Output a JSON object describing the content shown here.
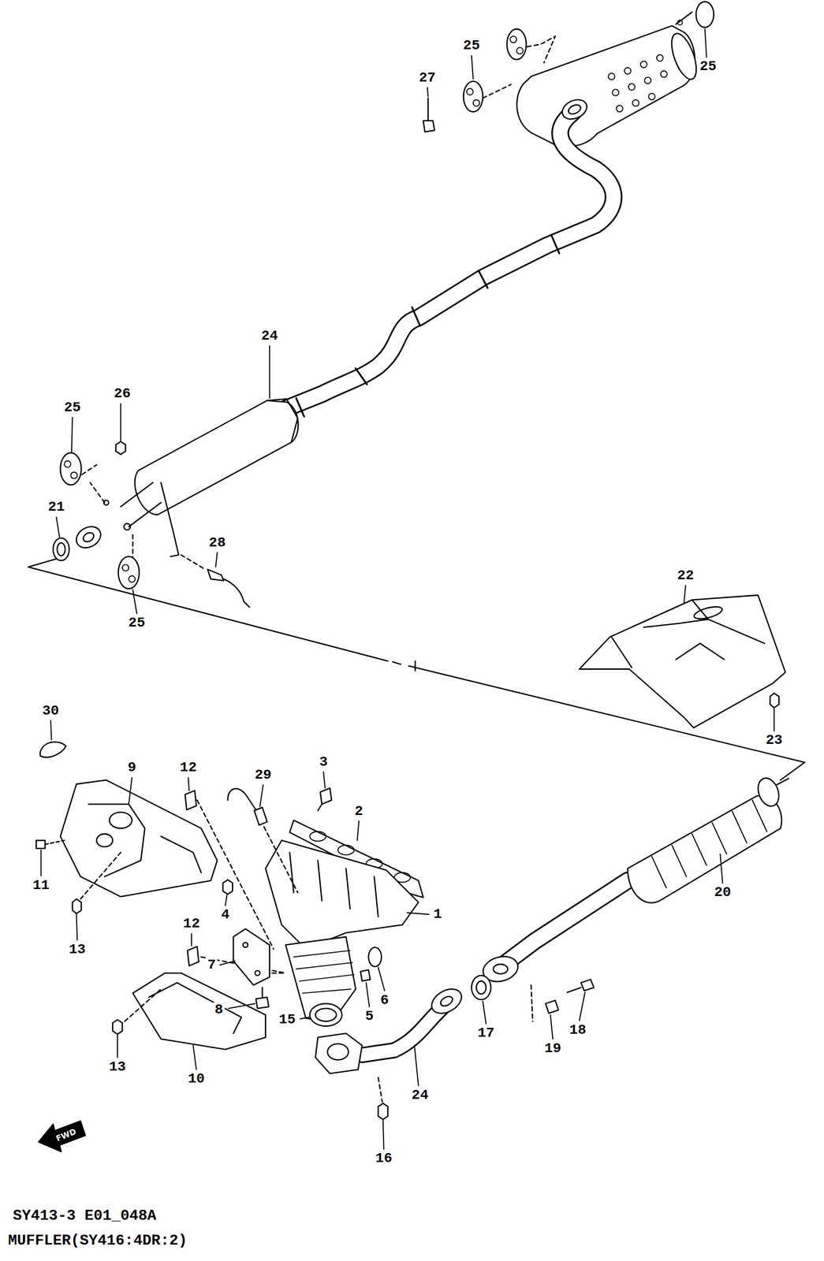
{
  "diagram": {
    "labels": [
      "25",
      "27",
      "25",
      "24",
      "25",
      "26",
      "21",
      "28",
      "25",
      "22",
      "23",
      "30",
      "9",
      "12",
      "29",
      "3",
      "2",
      "11",
      "4",
      "1",
      "20",
      "13",
      "12",
      "7",
      "5",
      "6",
      "15",
      "8",
      "17",
      "19",
      "18",
      "13",
      "10",
      "24",
      "16",
      "FWD",
      "SY413-3 E01_048A",
      "MUFFLER(SY416:4DR:2)"
    ]
  }
}
